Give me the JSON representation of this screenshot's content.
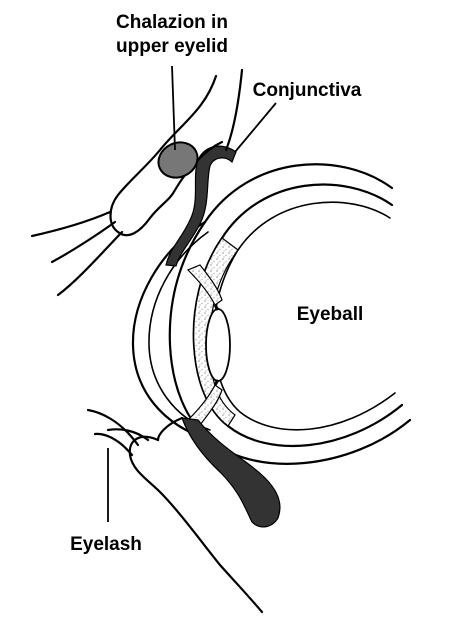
{
  "labels": {
    "chalazion_line1": "Chalazion in",
    "chalazion_line2": "upper eyelid",
    "conjunctiva": "Conjunctiva",
    "eyeball": "Eyeball",
    "eyelash": "Eyelash"
  },
  "colors": {
    "background": "#ffffff",
    "outline": "#000000",
    "conjunctiva": "#333333",
    "chalazion": "#777777",
    "stippled_tissue": "#dcdcdc"
  }
}
